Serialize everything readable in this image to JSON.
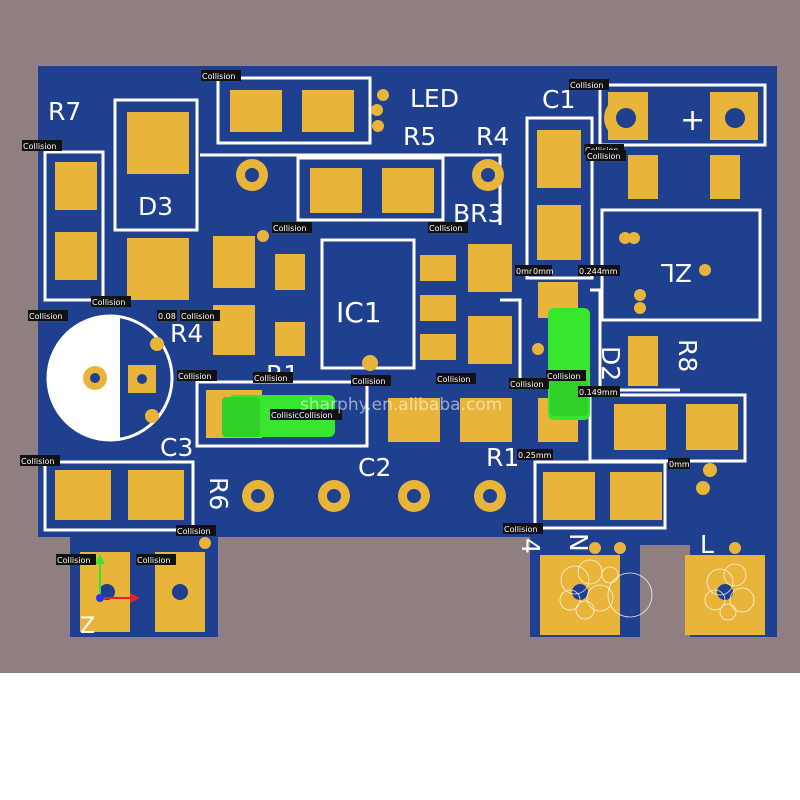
{
  "view": {
    "background_color": "#8f7f80",
    "board_color": "#1f3f8f",
    "pad_color": "#e8b53a",
    "silk_color": "#ffffff",
    "part_color": "#39e62f"
  },
  "silkscreen": {
    "R7": "R7",
    "LED": "LED",
    "C1": "C1",
    "R5": "R5",
    "R4": "R4",
    "D3": "D3",
    "BR3": "BR3",
    "IC1": "IC1",
    "ZL": "ZL",
    "R4b": "R4",
    "R8": "R8",
    "D2": "D2",
    "R1a": "R1",
    "C3": "C3",
    "C2": "C2",
    "R1b": "R1",
    "R6": "R6",
    "Z": "Z",
    "N": "N",
    "L": "L",
    "four": "4",
    "plus": "+"
  },
  "collision_label": "Collision",
  "collision_merged_label": "CollisicCollision",
  "measurements": {
    "m1": "0.08",
    "m2": "0mm",
    "m3": "0mm",
    "m4": "0.244mm",
    "m5": "0.149mm",
    "m6": "0.25mm",
    "m7": "0mm"
  },
  "watermark": "sharphy.en.alibaba.com"
}
